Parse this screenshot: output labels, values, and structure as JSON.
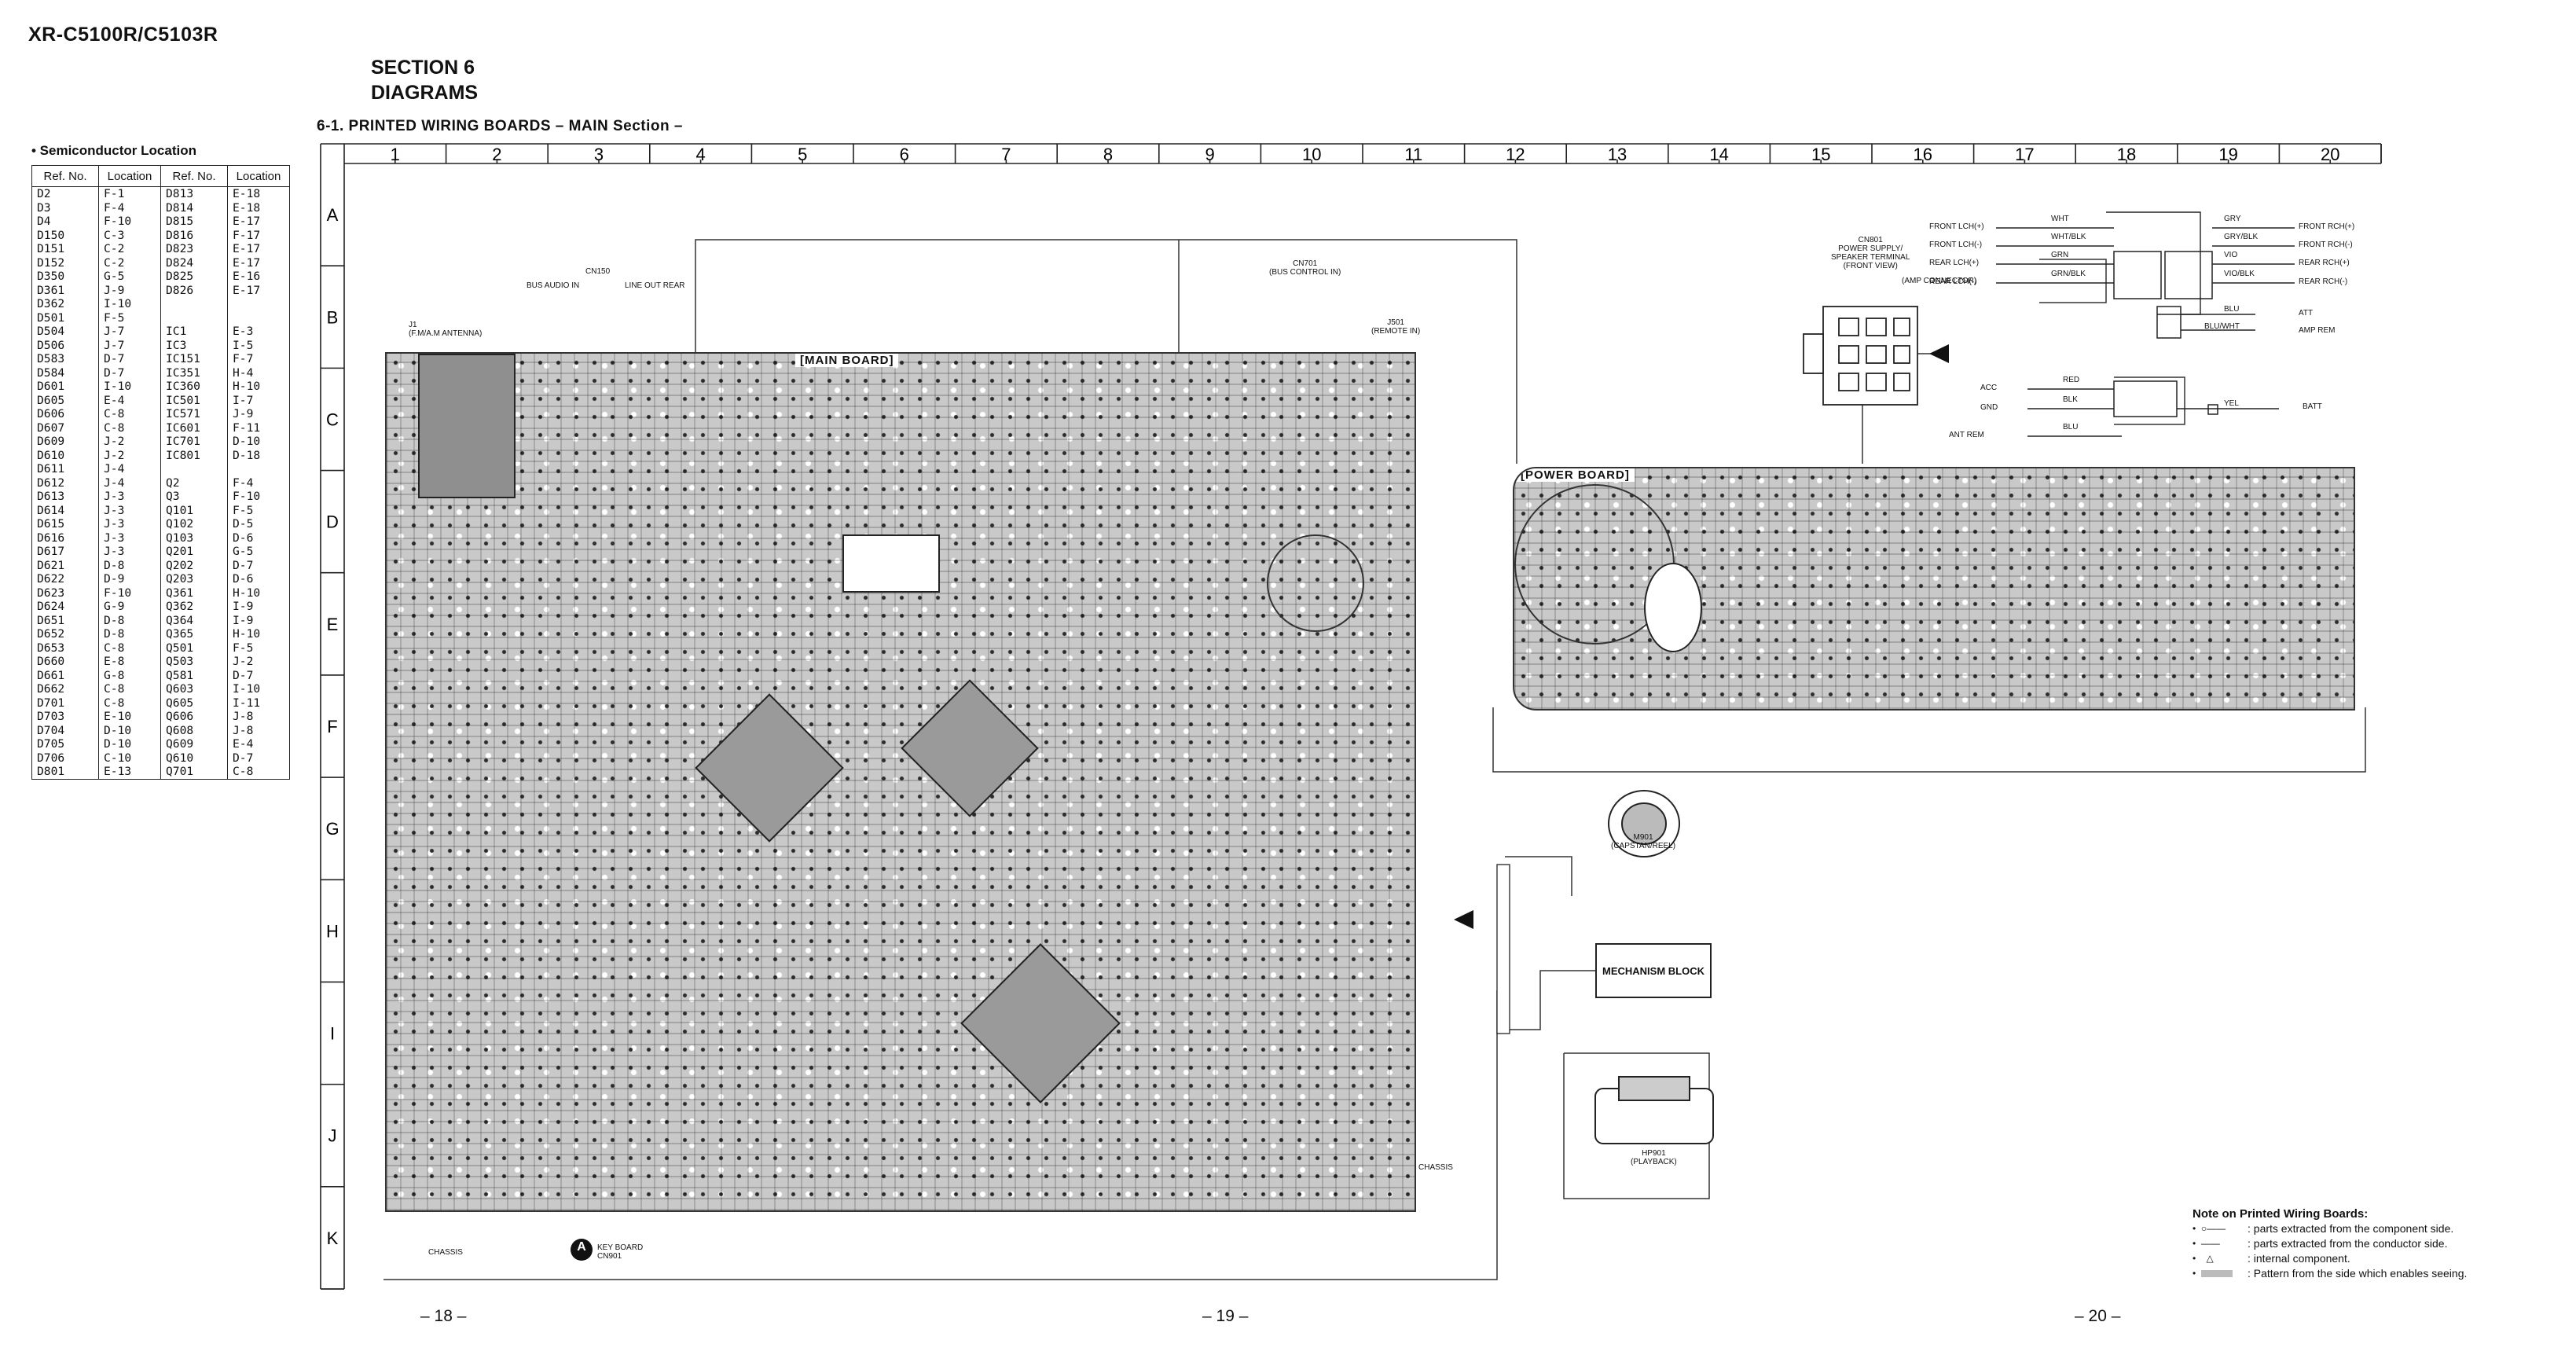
{
  "header": {
    "model": "XR-C5100R/C5103R",
    "section_line1": "SECTION  6",
    "section_line2": "DIAGRAMS",
    "subtitle": "6-1.  PRINTED  WIRING  BOARDS  – MAIN Section –"
  },
  "semiconductor": {
    "heading": "•  Semiconductor Location",
    "col_ref": "Ref. No.",
    "col_loc": "Location",
    "left": [
      [
        "D2",
        "F-1"
      ],
      [
        "D3",
        "F-4"
      ],
      [
        "D4",
        "F-10"
      ],
      [
        "D150",
        "C-3"
      ],
      [
        "D151",
        "C-2"
      ],
      [
        "D152",
        "C-2"
      ],
      [
        "D350",
        "G-5"
      ],
      [
        "D361",
        "J-9"
      ],
      [
        "D362",
        "I-10"
      ],
      [
        "D501",
        "F-5"
      ],
      [
        "D504",
        "J-7"
      ],
      [
        "D506",
        "J-7"
      ],
      [
        "D583",
        "D-7"
      ],
      [
        "D584",
        "D-7"
      ],
      [
        "D601",
        "I-10"
      ],
      [
        "D605",
        "E-4"
      ],
      [
        "D606",
        "C-8"
      ],
      [
        "D607",
        "C-8"
      ],
      [
        "D609",
        "J-2"
      ],
      [
        "D610",
        "J-2"
      ],
      [
        "D611",
        "J-4"
      ],
      [
        "D612",
        "J-4"
      ],
      [
        "D613",
        "J-3"
      ],
      [
        "D614",
        "J-3"
      ],
      [
        "D615",
        "J-3"
      ],
      [
        "D616",
        "J-3"
      ],
      [
        "D617",
        "J-3"
      ],
      [
        "D621",
        "D-8"
      ],
      [
        "D622",
        "D-9"
      ],
      [
        "D623",
        "F-10"
      ],
      [
        "D624",
        "G-9"
      ],
      [
        "D651",
        "D-8"
      ],
      [
        "D652",
        "D-8"
      ],
      [
        "D653",
        "C-8"
      ],
      [
        "D660",
        "E-8"
      ],
      [
        "D661",
        "G-8"
      ],
      [
        "D662",
        "C-8"
      ],
      [
        "D701",
        "C-8"
      ],
      [
        "D703",
        "E-10"
      ],
      [
        "D704",
        "D-10"
      ],
      [
        "D705",
        "D-10"
      ],
      [
        "D706",
        "C-10"
      ],
      [
        "D801",
        "E-13"
      ]
    ],
    "right": [
      [
        "D813",
        "E-18"
      ],
      [
        "D814",
        "E-18"
      ],
      [
        "D815",
        "E-17"
      ],
      [
        "D816",
        "F-17"
      ],
      [
        "D823",
        "E-17"
      ],
      [
        "D824",
        "E-17"
      ],
      [
        "D825",
        "E-16"
      ],
      [
        "D826",
        "E-17"
      ],
      [
        "",
        ""
      ],
      [
        "",
        ""
      ],
      [
        "IC1",
        "E-3"
      ],
      [
        "IC3",
        "I-5"
      ],
      [
        "IC151",
        "F-7"
      ],
      [
        "IC351",
        "H-4"
      ],
      [
        "IC360",
        "H-10"
      ],
      [
        "IC501",
        "I-7"
      ],
      [
        "IC571",
        "J-9"
      ],
      [
        "IC601",
        "F-11"
      ],
      [
        "IC701",
        "D-10"
      ],
      [
        "IC801",
        "D-18"
      ],
      [
        "",
        ""
      ],
      [
        "Q2",
        "F-4"
      ],
      [
        "Q3",
        "F-10"
      ],
      [
        "Q101",
        "F-5"
      ],
      [
        "Q102",
        "D-5"
      ],
      [
        "Q103",
        "D-6"
      ],
      [
        "Q201",
        "G-5"
      ],
      [
        "Q202",
        "D-7"
      ],
      [
        "Q203",
        "D-6"
      ],
      [
        "Q361",
        "H-10"
      ],
      [
        "Q362",
        "I-9"
      ],
      [
        "Q364",
        "I-9"
      ],
      [
        "Q365",
        "H-10"
      ],
      [
        "Q501",
        "F-5"
      ],
      [
        "Q503",
        "J-2"
      ],
      [
        "Q581",
        "D-7"
      ],
      [
        "Q603",
        "I-10"
      ],
      [
        "Q605",
        "I-11"
      ],
      [
        "Q606",
        "J-8"
      ],
      [
        "Q608",
        "J-8"
      ],
      [
        "Q609",
        "E-4"
      ],
      [
        "Q610",
        "D-7"
      ],
      [
        "Q701",
        "C-8"
      ]
    ]
  },
  "grid": {
    "columns": [
      "1",
      "2",
      "3",
      "4",
      "5",
      "6",
      "7",
      "8",
      "9",
      "10",
      "11",
      "12",
      "13",
      "14",
      "15",
      "16",
      "17",
      "18",
      "19",
      "20"
    ],
    "rows": [
      "A",
      "B",
      "C",
      "D",
      "E",
      "F",
      "G",
      "H",
      "I",
      "J",
      "K"
    ]
  },
  "boards": {
    "main": "[MAIN BOARD]",
    "power": "[POWER BOARD]"
  },
  "labels": {
    "antenna": "J1\n(F.M/A.M ANTENNA)",
    "bus_audio_in": "BUS AUDIO IN",
    "line_out_rear": "LINE OUT REAR",
    "cn150": "CN150",
    "cn701": "CN701\n(BUS CONTROL IN)",
    "j501": "J501\n(REMOTE IN)",
    "mechanism_block": "MECHANISM BLOCK",
    "m901": "M901\n(CAPSTAN/REEL)",
    "hp901": "HP901\n(PLAYBACK)",
    "key_board": "KEY BOARD\nCN901",
    "key_marker": "A",
    "chassis_left": "CHASSIS",
    "chassis_right": "CHASSIS",
    "cn801": "CN801\nPOWER SUPPLY/\nSPEAKER TERMINAL\n(FRONT VIEW)",
    "amp_connector": "(AMP CONNECTOR)"
  },
  "wiring": {
    "left": [
      "FRONT LCH(+)",
      "FRONT LCH(-)",
      "REAR LCH(+)",
      "REAR LCH(-)"
    ],
    "left_colors": [
      "WHT",
      "WHT/BLK",
      "GRN",
      "GRN/BLK"
    ],
    "right": [
      "FRONT RCH(+)",
      "FRONT RCH(-)",
      "REAR RCH(+)",
      "REAR RCH(-)"
    ],
    "right_colors": [
      "GRY",
      "GRY/BLK",
      "VIO",
      "VIO/BLK"
    ],
    "power_left": [
      "ACC",
      "GND",
      "ANT REM"
    ],
    "power_left_colors": [
      "RED",
      "BLK",
      "BLU"
    ],
    "batt": "BATT",
    "batt_color": "YEL",
    "att": "ATT",
    "amp_rem": "AMP REM",
    "att_color": "BLU",
    "amp_rem_color": "BLU/WHT"
  },
  "notes": {
    "title": "Note on Printed Wiring Boards:",
    "items": [
      [
        ": parts extracted from the component side."
      ],
      [
        ": parts extracted from the conductor side."
      ],
      [
        ": internal component."
      ],
      [
        ": Pattern from the side which enables seeing."
      ]
    ]
  },
  "pages": [
    "– 18 –",
    "– 19 –",
    "– 20 –"
  ]
}
